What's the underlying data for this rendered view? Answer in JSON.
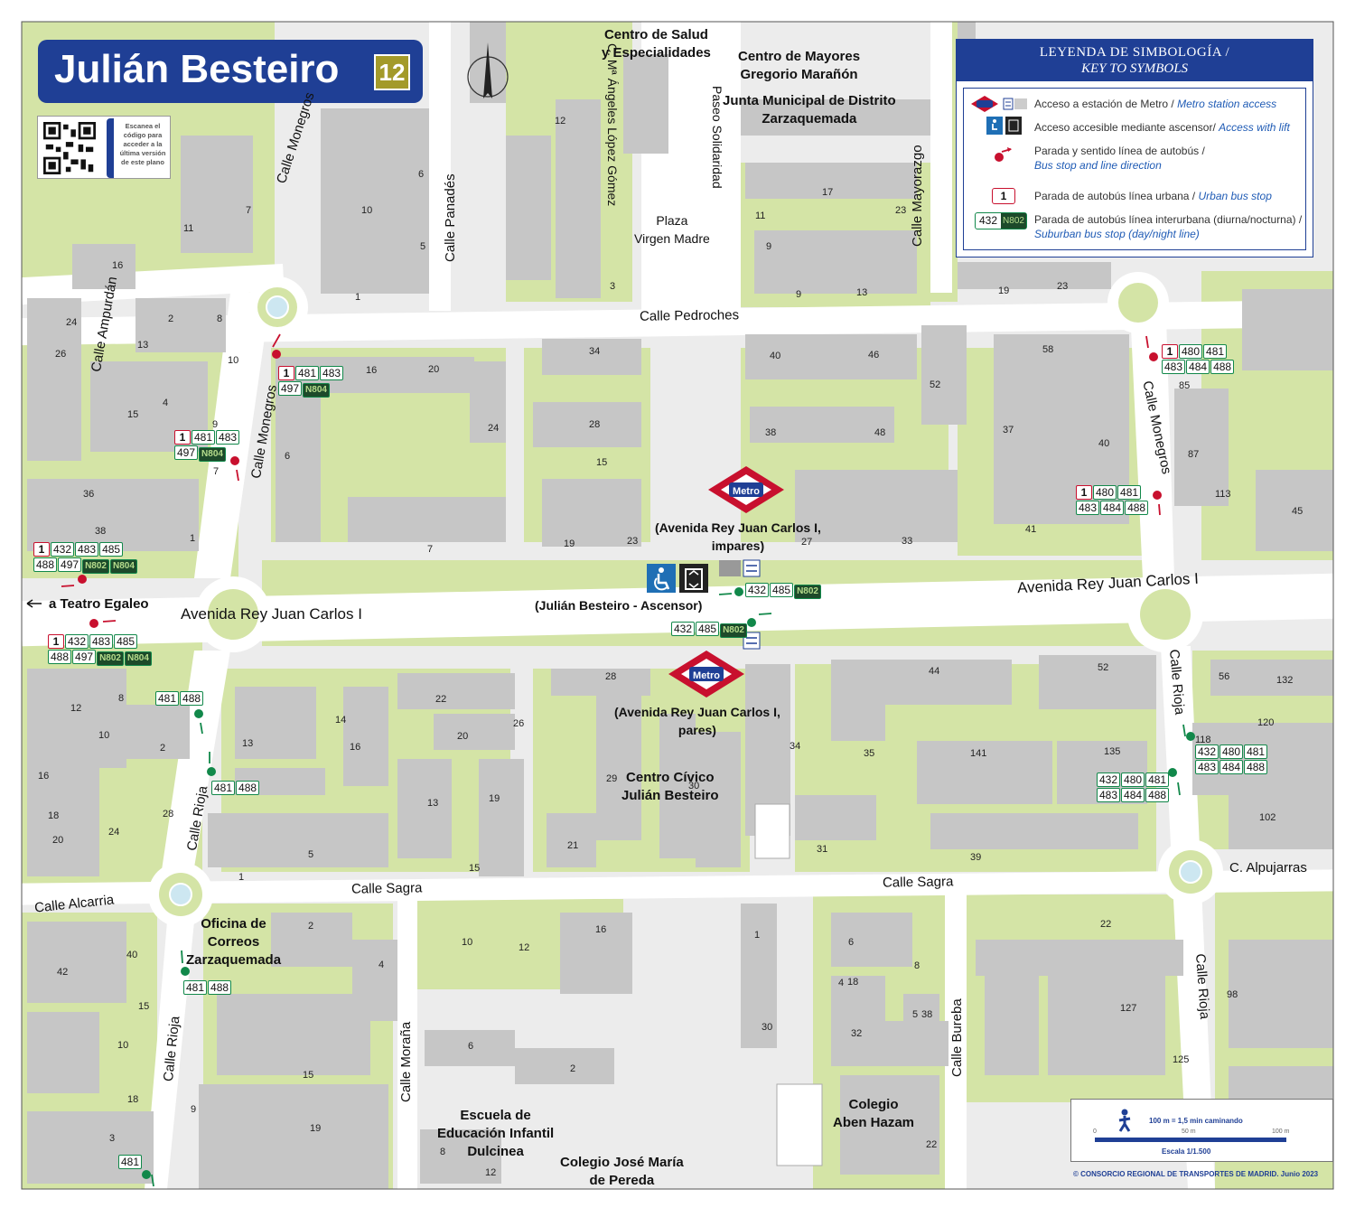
{
  "title": {
    "station": "Julián Besteiro",
    "line": "12",
    "line_color": "#a39a2a",
    "brand_color": "#1f3f95",
    "qr_text": "Escanea el código para acceder a la última versión de este plano"
  },
  "legend": {
    "title_es": "LEYENDA DE SIMBOLOGÍA /",
    "title_en": "KEY TO SYMBOLS",
    "items": [
      {
        "es": "Acceso a estación de Metro / ",
        "en": "Metro station access"
      },
      {
        "es": "Acceso accesible mediante ascensor/ ",
        "en": "Access with lift"
      },
      {
        "es": "Parada y sentido línea de autobús /",
        "en": "Bus stop and line direction"
      },
      {
        "es": "Parada de autobús línea urbana / ",
        "en": "Urban bus stop"
      },
      {
        "es": "Parada de autobús línea interurbana (diurna/nocturna) /",
        "en": "Suburban bus stop (day/night line)"
      }
    ],
    "sample_urban": "1",
    "sample_suburban_day": "432",
    "sample_suburban_night": "N802",
    "metro_word": "Metro"
  },
  "scale": {
    "walk": "100 m = 1,5 min caminando",
    "t0": "0",
    "t50": "50 m",
    "t100": "100 m",
    "ratio": "Escala 1/1.500"
  },
  "copyright": "© CONSORCIO REGIONAL DE TRANSPORTES DE MADRID. Junio 2023",
  "streets": {
    "pedroches": "Calle  Pedroches",
    "monegros_n": "Calle  Monegros",
    "monegros_w": "Calle Monegros",
    "monegros_e": "Calle Monegros",
    "ampurdan": "Calle  Ampurdán",
    "panades": "Calle  Panadés",
    "mayorazgo": "Calle  Mayorazgo",
    "paseo": "Paseo Solidaridad",
    "lopez_gomez": "C. Mª Ángeles López Gómez",
    "rey_juan_w": "Avenida  Rey  Juan  Carlos I",
    "rey_juan_e": "Avenida  Rey  Juan  Carlos I",
    "sagra_w": "Calle  Sagra",
    "sagra_e": "Calle  Sagra",
    "alcarria": "Calle  Alcarria",
    "rioja_w": "Calle Rioja",
    "rioja_sw": "Calle  Rioja",
    "rioja_e": "Calle Rioja",
    "rioja_se": "Calle  Rioja",
    "alpujarras": "C. Alpujarras",
    "morana": "Calle  Moraña",
    "bureba": "Calle  Bureba",
    "egaleo": "a Teatro Egaleo"
  },
  "pois": {
    "salud": "Centro de Salud\ny Especialidades",
    "mayores": "Centro de Mayores\nGregorio Marañón",
    "junta": "Junta Municipal de Distrito\nZarzaquemada",
    "plaza": "Plaza\nVirgen Madre",
    "metro_impares": "(Avenida Rey Juan Carlos I,\nimpares)",
    "metro_pares": "(Avenida Rey Juan Carlos I,\npares)",
    "ascensor": "(Julián Besteiro - Ascensor)",
    "civico": "Centro Cívico\nJulián Besteiro",
    "correos": "Oficina de\nCorreos\nZarzaquemada",
    "escuela": "Escuela de\nEducación Infantil\nDulcinea",
    "pereda": "Colegio José María\nde Pereda",
    "aben": "Colegio\nAben Hazam"
  },
  "house_numbers": [
    "12",
    "11",
    "7",
    "10",
    "1",
    "5",
    "6",
    "3",
    "17",
    "11",
    "23",
    "9",
    "9",
    "13",
    "19",
    "23",
    "16",
    "2",
    "8",
    "24",
    "26",
    "13",
    "4",
    "10",
    "15",
    "9",
    "7",
    "6",
    "36",
    "38",
    "1",
    "16",
    "20",
    "24",
    "34",
    "28",
    "15",
    "19",
    "23",
    "7",
    "40",
    "46",
    "38",
    "48",
    "52",
    "58",
    "37",
    "40",
    "41",
    "27",
    "33",
    "85",
    "87",
    "113",
    "45",
    "12",
    "8",
    "10",
    "16",
    "18",
    "20",
    "24",
    "28",
    "2",
    "22",
    "20",
    "26",
    "14",
    "16",
    "13",
    "13",
    "19",
    "15",
    "5",
    "1",
    "28",
    "29",
    "30",
    "21",
    "34",
    "35",
    "44",
    "52",
    "141",
    "135",
    "56",
    "132",
    "120",
    "118",
    "102",
    "31",
    "39",
    "2",
    "4",
    "6",
    "8",
    "10",
    "12",
    "16",
    "1",
    "32",
    "30",
    "38",
    "40",
    "42",
    "15",
    "10",
    "18",
    "3",
    "9",
    "15",
    "19",
    "6",
    "2",
    "8",
    "12",
    "18",
    "22",
    "127",
    "125",
    "98",
    "5",
    "22",
    "4"
  ],
  "bus_stops": [
    {
      "urban": [
        "1"
      ],
      "day": [
        "481",
        "483"
      ],
      "row2day": [
        "497"
      ],
      "night": [
        "N804"
      ]
    },
    {
      "urban": [
        "1"
      ],
      "day": [
        "481",
        "483"
      ],
      "row2day": [
        "497"
      ],
      "night": [
        "N804"
      ]
    },
    {
      "urban": [
        "1"
      ],
      "day": [
        "432",
        "483",
        "485"
      ],
      "row2day": [
        "488",
        "497"
      ],
      "night": [
        "N802",
        "N804"
      ]
    },
    {
      "urban": [
        "1"
      ],
      "day": [
        "432",
        "483",
        "485"
      ],
      "row2day": [
        "488",
        "497"
      ],
      "night": [
        "N802",
        "N804"
      ]
    },
    {
      "urban": [],
      "day": [
        "481",
        "488"
      ],
      "row2day": [],
      "night": []
    },
    {
      "urban": [],
      "day": [
        "481",
        "488"
      ],
      "row2day": [],
      "night": []
    },
    {
      "urban": [],
      "day": [
        "481",
        "488"
      ],
      "row2day": [],
      "night": []
    },
    {
      "urban": [],
      "day": [
        "481"
      ],
      "row2day": [],
      "night": []
    },
    {
      "urban": [],
      "day": [
        "432",
        "485"
      ],
      "row2day": [],
      "night": [
        "N802"
      ]
    },
    {
      "urban": [],
      "day": [
        "432",
        "485"
      ],
      "row2day": [],
      "night": [
        "N802"
      ]
    },
    {
      "urban": [
        "1"
      ],
      "day": [
        "480",
        "481"
      ],
      "row2day": [
        "483",
        "484",
        "488"
      ],
      "night": []
    },
    {
      "urban": [
        "1"
      ],
      "day": [
        "480",
        "481"
      ],
      "row2day": [
        "483",
        "484",
        "488"
      ],
      "night": []
    },
    {
      "urban": [],
      "day": [
        "432",
        "480",
        "481"
      ],
      "row2day": [
        "483",
        "484",
        "488"
      ],
      "night": []
    },
    {
      "urban": [],
      "day": [
        "432",
        "480",
        "481"
      ],
      "row2day": [
        "483",
        "484",
        "488"
      ],
      "night": []
    }
  ],
  "colors": {
    "block": "#c9c9c9",
    "green": "#d4e4a6",
    "road": "#ffffff",
    "bus_dot": "#11884a",
    "bus_stop_red": "#c8102e",
    "metro_red": "#c8102e",
    "metro_blue": "#1f3f95"
  }
}
